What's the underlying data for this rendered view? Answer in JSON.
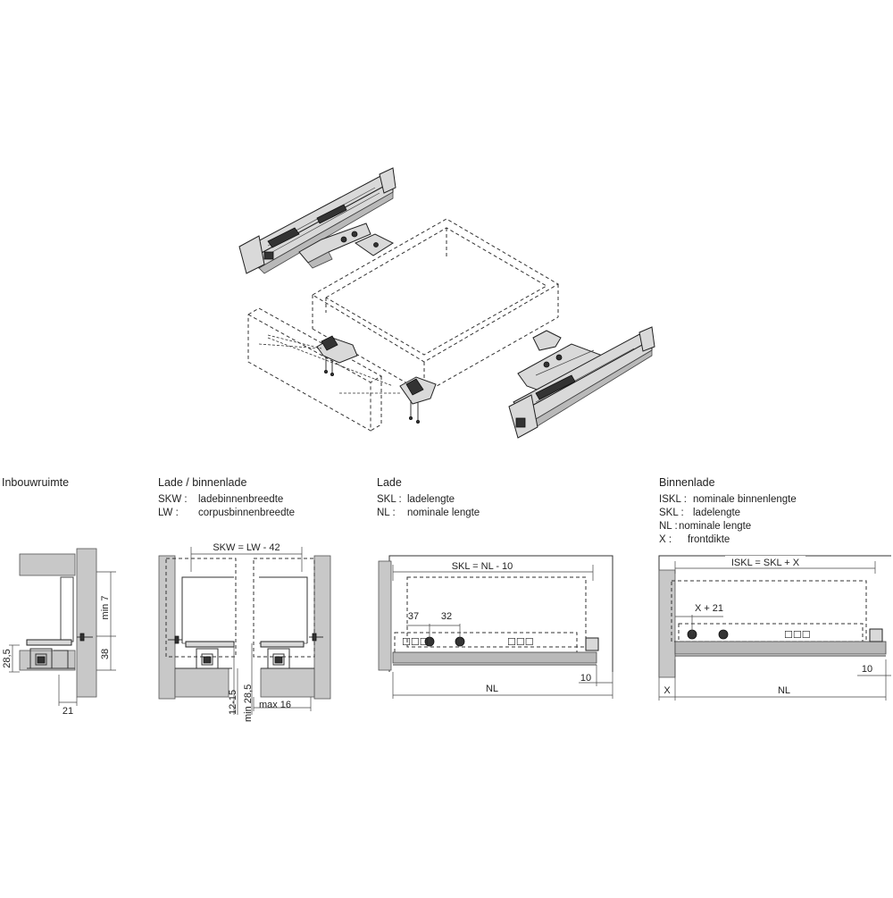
{
  "panels": {
    "inbouwruimte": {
      "title": "Inbouwruimte",
      "dims": {
        "min_top": "min 7",
        "h38": "38",
        "h28": "28,5",
        "w21": "21"
      }
    },
    "lade_binnenlade": {
      "title": "Lade / binnenlade",
      "legend": [
        {
          "abbr": "SKW :",
          "text": "ladebinnenbreedte"
        },
        {
          "abbr": "LW :",
          "text": "corpusbinnenbreedte"
        }
      ],
      "dims": {
        "skw": "SKW = LW - 42",
        "v1215": "12-15",
        "min285": "min 28,5",
        "max16": "max 16"
      }
    },
    "lade": {
      "title": "Lade",
      "legend": [
        {
          "abbr": "SKL :",
          "text": "ladelengte"
        },
        {
          "abbr": "NL :",
          "text": "nominale lengte"
        }
      ],
      "dims": {
        "skl": "SKL = NL - 10",
        "d37": "37",
        "d32": "32",
        "nl": "NL",
        "d10": "10"
      }
    },
    "binnenlade": {
      "title": "Binnenlade",
      "legend": [
        {
          "abbr": "ISKL :",
          "text": "nominale binnenlengte"
        },
        {
          "abbr": "SKL :",
          "text": "ladelengte"
        },
        {
          "abbr": "NL :",
          "text": "nominale lengte"
        },
        {
          "abbr": "X :",
          "text": "frontdikte"
        }
      ],
      "dims": {
        "iskl": "ISKL = SKL + X",
        "x21": "X + 21",
        "x": "X",
        "nl": "NL",
        "d10": "10"
      }
    }
  }
}
